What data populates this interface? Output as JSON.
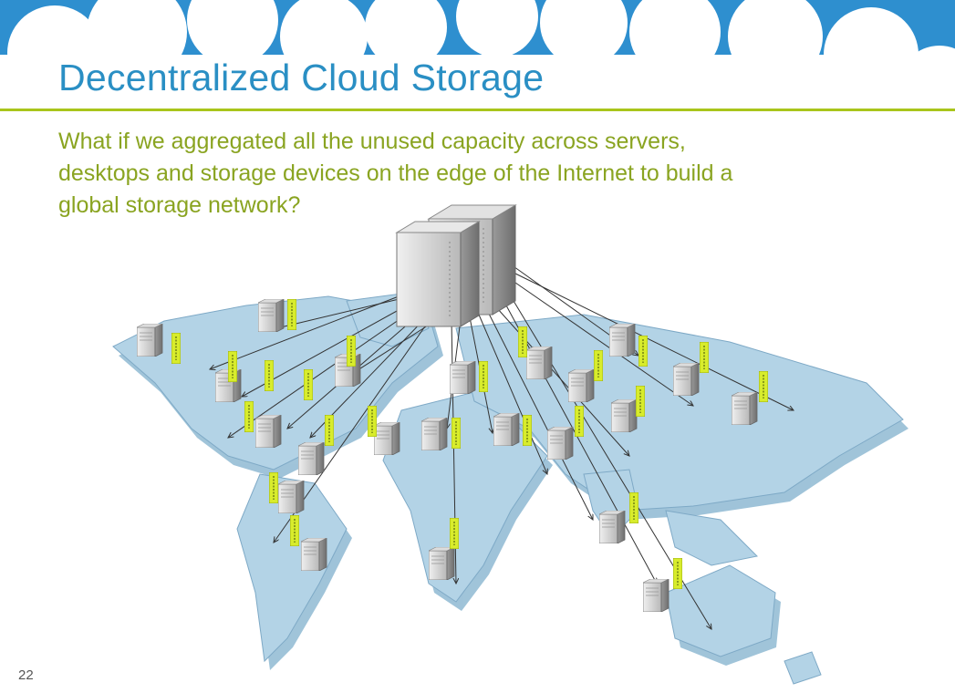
{
  "slide": {
    "title": "Decentralized Cloud Storage",
    "subtitle_lines": [
      "What if we aggregated all the unused capacity across servers,",
      "desktops and storage devices on the edge of the Internet to build a",
      "global storage network?"
    ],
    "page_number": "22"
  },
  "illustration": {
    "central_icon": "server-tower-pair-icon",
    "node_icon": "server-tower-icon",
    "tag_icon": "green-tag-icon",
    "map": "world-map-3d",
    "colors": {
      "title": "#2a8fc4",
      "subtitle": "#8aa421",
      "rule": "#a9c51b",
      "sky": "#2e8fcf",
      "land": "#b3d3e6",
      "land_shadow": "#88b5d0",
      "tag": "#d8ec2c"
    }
  }
}
